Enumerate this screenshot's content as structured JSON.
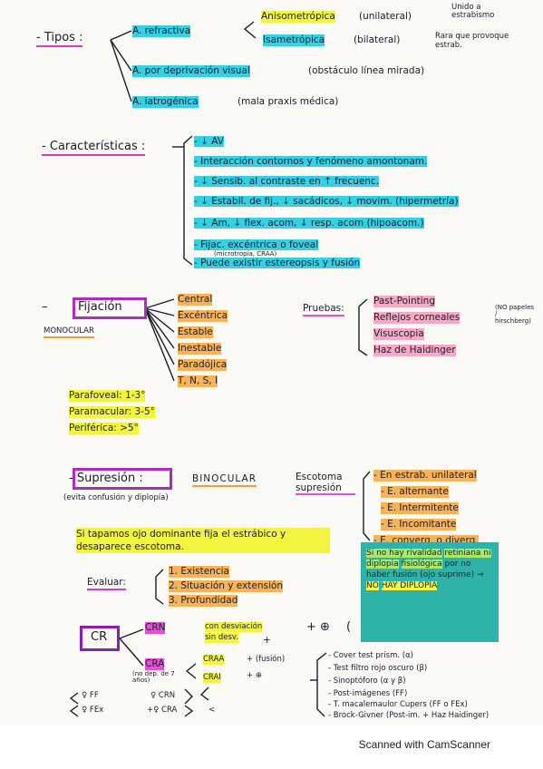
{
  "tipos": {
    "label": "- Tipos :",
    "refractiva": "A. refractiva",
    "anisometropica": "Anisometrópica",
    "anisometropica_note": "(unilateral)",
    "anisometropica_side": "Unido a estrabismo",
    "isometropica": "Isametrópica",
    "isometropica_note": "(bilateral)",
    "isometropica_side": "Rara que provoque estrab.",
    "deprivacion": "A. por deprivación visual",
    "deprivacion_note": "(obstáculo línea mirada)",
    "iatrogenica": "A. iatrogénica",
    "iatrogenica_note": "(mala praxis médica)"
  },
  "caracteristicas": {
    "label": "- Características :",
    "items": [
      "- ↓ AV",
      "- Interacción contornos y fenómeno amontonam.",
      "- ↓ Sensib. al contraste en ↑ frecuenc.",
      "- ↓ Estabil. de fij., ↓ sacádicos, ↓ movim. (hipermetría)",
      "- ↓ Am, ↓ flex. acom, ↓ resp. acom (hipoacom.)",
      "- Fijac. excéntrica o foveal",
      "- Puede existir estereopsis y fusión"
    ],
    "fijac_sub": "(microtropía, CRAA)"
  },
  "fijacion": {
    "label": "Fijación",
    "sub": "MONOCULAR",
    "types": [
      "Central",
      "Excéntrica",
      "Estable",
      "Inestable",
      "Paradójica",
      "T, N, S, I"
    ],
    "pruebas_label": "Pruebas:",
    "pruebas": [
      "Past-Pointing",
      "Reflejos corneales",
      "Visuscopia",
      "Haz de Haidinger"
    ],
    "reflejos_note": "(NO papeles / hirschberg)",
    "ranges": [
      "Parafoveal: 1-3°",
      "Paramacular: 3-5°",
      "Periférica: >5°"
    ]
  },
  "supresion": {
    "label": "- Supresión :",
    "note": "(evita confusión y diplopía)",
    "binocular": "BINOCULAR",
    "escotoma": "Escotoma supresión",
    "escotoma_items": [
      "- En estrab. unilateral",
      "- E. alternante",
      "- E. Intermitente",
      "- E. Incomitante",
      "- E. converg. o diverg."
    ],
    "tapamos": "Si tapamos ojo dominante fija el estrábico y desaparece escotoma.",
    "evaluar": "Evaluar:",
    "evaluar_items": [
      "1. Existencia",
      "2. Situación y extensión",
      "3. Profundidad"
    ],
    "note_box": {
      "a": "Si no hay rivalidad",
      "b": "retiniana ni diplopia",
      "c": "fisiológica",
      "d": "por no haber fusión (ojo suprime) →",
      "e": "NO",
      "f": "HAY DIPLOPÍA"
    }
  },
  "cr": {
    "label": "CR",
    "crn": "CRN",
    "crn_desc_a": "con desviación",
    "crn_desc_b": "sin desv.",
    "crn_plus": "+ ⊕",
    "crn_plus2": "+",
    "cra": "CRA",
    "cra_note": "(no dep. de 7 años)",
    "craa": "CRAA",
    "craa_note": "+ (fusión)",
    "craa_note_l1": "(",
    "crai": "CRAI",
    "crai_note": "+ ⊕",
    "tests": [
      "- Cover test prism. (α)",
      "- Test filtro rojo oscuro (β)",
      "- Sinoptóforo (α y β)",
      "- Post-imágenes (FF)",
      "- T. macalemaulor Cupers (FF o FEx)",
      "- Brock-Givner (Post-im. + Haz Haidinger)"
    ],
    "bottom_left": [
      "♀ FF",
      "♀ FEx"
    ],
    "bottom_mid": [
      "♀ CRN",
      "+♀ CRA"
    ],
    "bottom_right": "<"
  },
  "footer": "Scanned with CamScanner"
}
